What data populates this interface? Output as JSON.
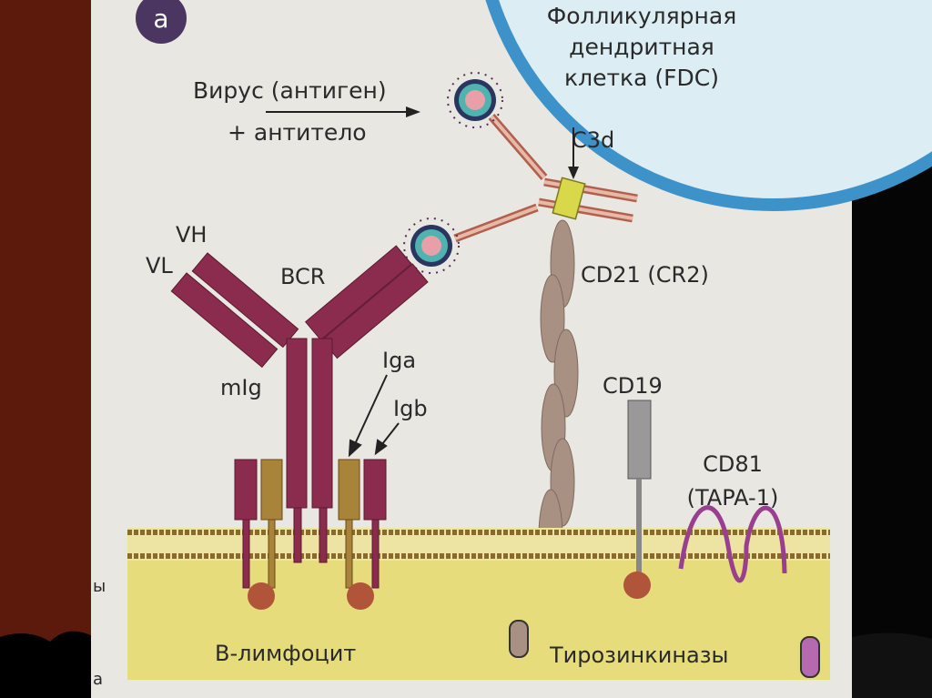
{
  "panel_badge": "a",
  "fdc": {
    "line1": "Фолликулярная",
    "line2": "дендритная",
    "line3": "клетка (FDC)"
  },
  "virus_label": {
    "line1": "Вирус (антиген)",
    "line2": "+ антитело"
  },
  "labels": {
    "c3d": "C3d",
    "cd21": "CD21 (CR2)",
    "vh": "VH",
    "vl": "VL",
    "bcr": "BCR",
    "mig": "mIg",
    "iga": "Iga",
    "igb": "Igb",
    "cd19": "CD19",
    "cd81_line1": "CD81",
    "cd81_line2": "(TAPA-1)",
    "b_cell": "В-лимфоцит",
    "kinases": "Тирозинкиназы"
  },
  "left_margin_fragments": [
    "ы",
    "а"
  ],
  "colors": {
    "bcr": "#8b2c4e",
    "gold": "#a8843a",
    "fdc_border": "#3d93c9",
    "fdc_fill": "#dcedf4",
    "cd21": "#a89183",
    "cd81": "#9a3f8f",
    "membrane_fill": "#e6dc7c",
    "page": "#e9e7e2"
  }
}
